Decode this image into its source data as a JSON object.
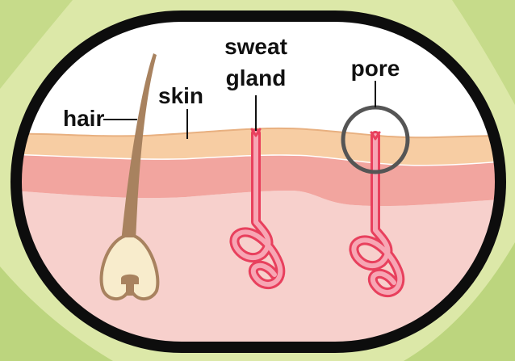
{
  "labels": {
    "hair": "hair",
    "skin": "skin",
    "sweat_gland_line1": "sweat",
    "sweat_gland_line2": "gland",
    "pore": "pore"
  },
  "colors": {
    "background": "#dce8a8",
    "background_blob": "#b9d379",
    "frame": "#0d0d0d",
    "sky": "#ffffff",
    "epidermis": "#f7cda3",
    "dermis": "#f2a59f",
    "subcutis": "#f7d0cc",
    "hair": "#a8825f",
    "hair_bulb": "#f8eccc",
    "gland": "#e8405d",
    "gland_fill": "#f7a6b4",
    "pore_circle": "#555555",
    "leader_line": "#111111"
  }
}
